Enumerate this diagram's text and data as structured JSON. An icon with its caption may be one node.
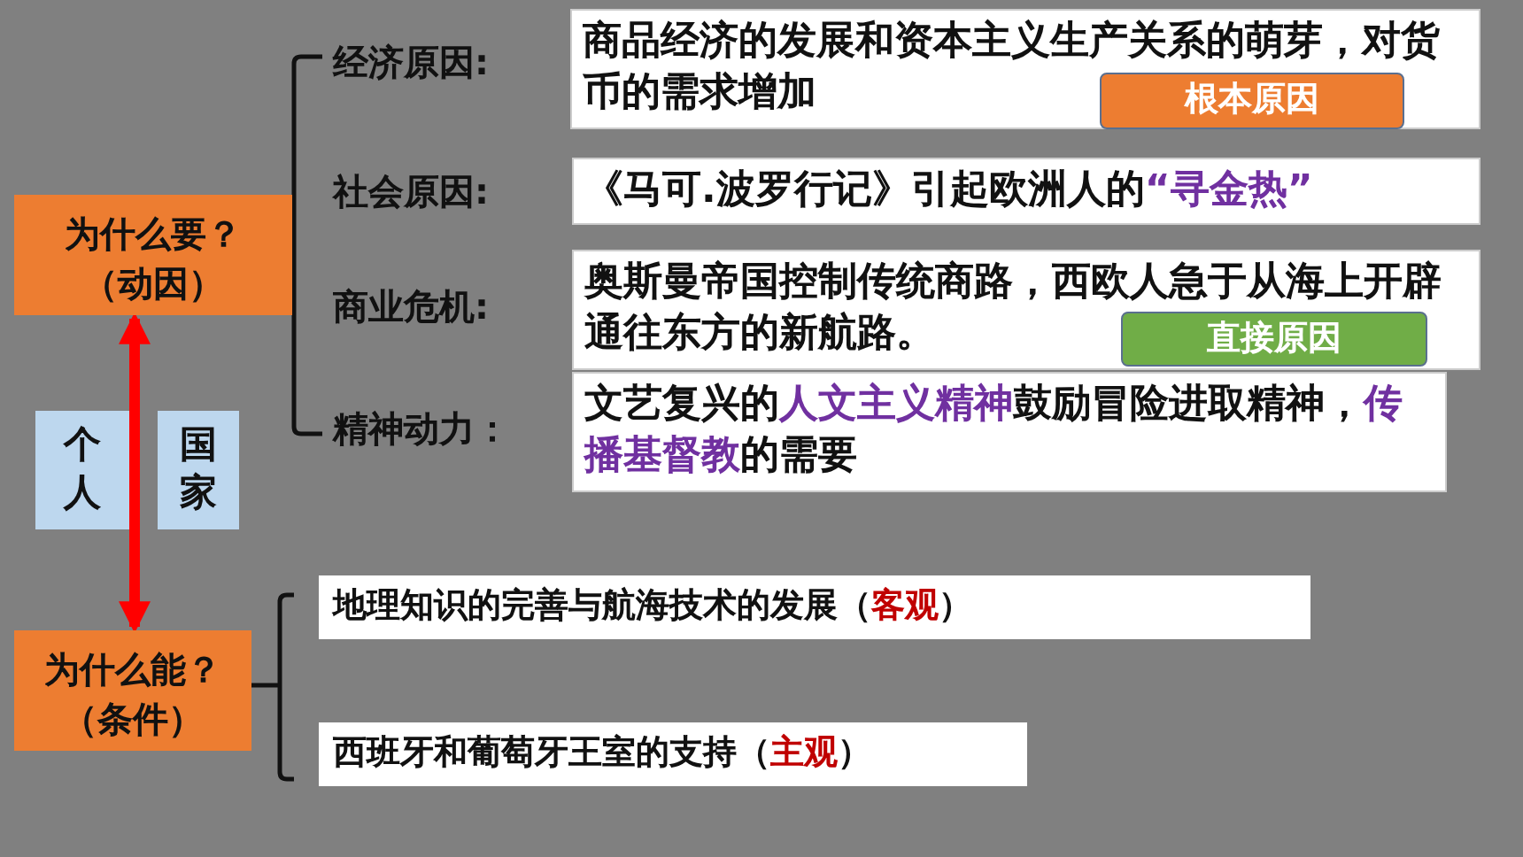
{
  "diagram": {
    "nodes": [
      {
        "text": [
          "为什么要？（动因）"
        ]
      },
      {
        "text": [
          "商品经济的发展和资本主义生产关系的萌芽，对货币的需求增加"
        ]
      },
      {
        "text": [
          "根本原因"
        ],
        "in": 1
      },
      {
        "text": [
          "《马可.波罗行记》引起欧洲人的**“寻金热”**"
        ]
      },
      {
        "text": [
          "奥斯曼帝国控制传统商路，西欧人急于从海上开辟通往东方的新航路。"
        ]
      },
      {
        "text": [
          "直接原因"
        ],
        "in": 4
      },
      {
        "text": [
          "文艺复兴的**人文主义精神**鼓励冒险进取精神，**传播基督教**的需要"
        ]
      },
      {
        "text": [
          "个人"
        ]
      },
      {
        "text": [
          "国家"
        ]
      },
      {
        "text": [
          "为什么能？（条件）"
        ]
      },
      {
        "text": [
          "地理知识的完善与航海技术的发展（**客观**）"
        ]
      },
      {
        "text": [
          "西班牙和葡萄牙王室的支持（**主观**）"
        ]
      }
    ],
    "edges": [
      {
        "from": 0,
        "to": 9,
        "arrow": "both",
        "color": "#ff0000"
      }
    ],
    "labels": [
      "经济原因:",
      "社会原因:",
      "商业危机:",
      "精神动力："
    ]
  }
}
